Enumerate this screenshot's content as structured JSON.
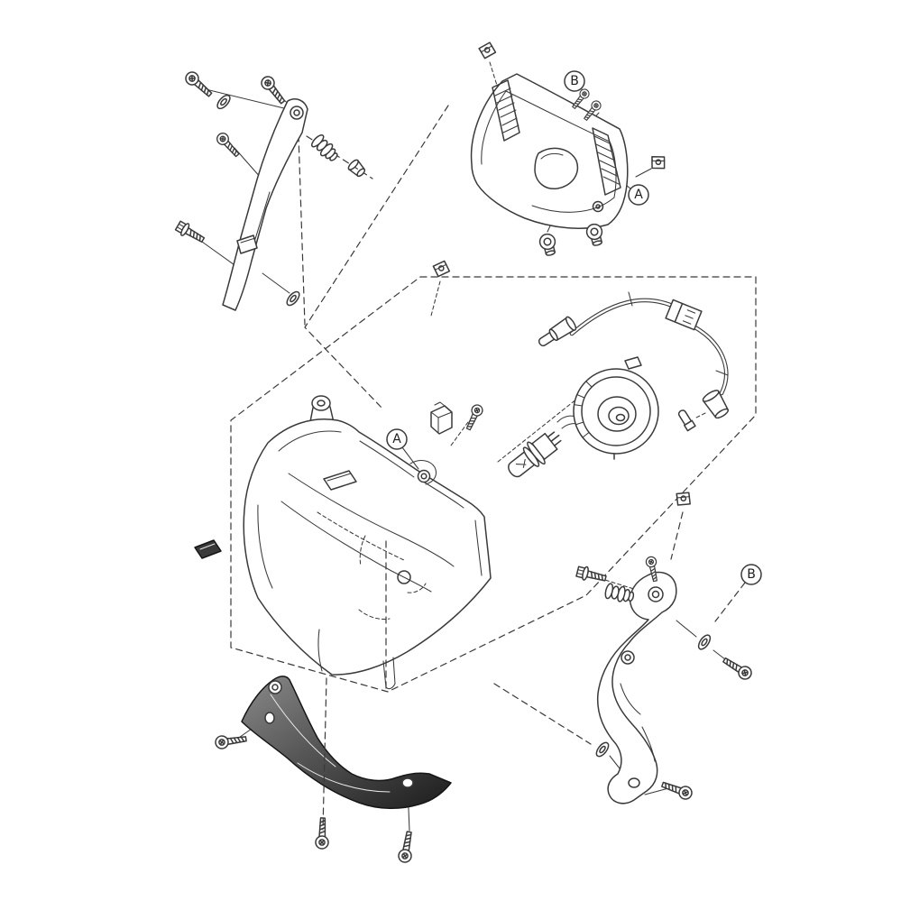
{
  "diagram": {
    "type": "exploded-parts-diagram",
    "subject": "motorcycle-headlight-assembly",
    "callouts": [
      {
        "id": "b-top",
        "label": "B"
      },
      {
        "id": "a-top",
        "label": "A"
      },
      {
        "id": "a-center",
        "label": "A"
      },
      {
        "id": "b-right",
        "label": "B"
      }
    ]
  },
  "colors": {
    "background": "#ffffff",
    "line": "#3a3a3a",
    "spoiler_fill_light": "#8a8a8a",
    "spoiler_fill_dark": "#1c1c1c"
  }
}
